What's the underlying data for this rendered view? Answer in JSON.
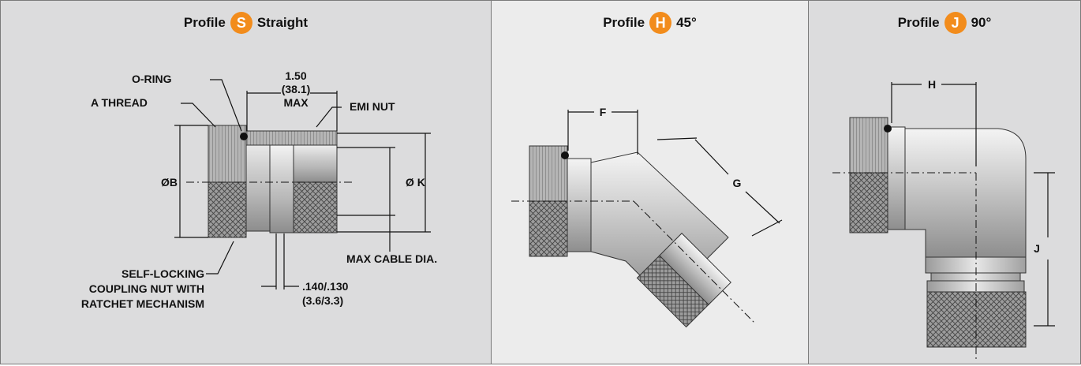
{
  "panels": [
    {
      "profile_word": "Profile",
      "letter": "S",
      "angle": "Straight"
    },
    {
      "profile_word": "Profile",
      "letter": "H",
      "angle": "45°"
    },
    {
      "profile_word": "Profile",
      "letter": "J",
      "angle": "90°"
    }
  ],
  "straight": {
    "o_ring": "O-RING",
    "a_thread": "A THREAD",
    "length_in": "1.50",
    "length_mm": "(38.1)",
    "length_max": "MAX",
    "emi_nut": "EMI NUT",
    "dia_b": "ØB",
    "dia_k": "Ø K",
    "max_cable": "MAX CABLE DIA.",
    "coupling_1": "SELF-LOCKING",
    "coupling_2": "COUPLING NUT WITH",
    "coupling_3": "RATCHET MECHANISM",
    "gap_in": ".140/.130",
    "gap_mm": "(3.6/3.3)"
  },
  "h45": {
    "dim_f": "F",
    "dim_g": "G"
  },
  "j90": {
    "dim_h": "H",
    "dim_j": "J"
  },
  "colors": {
    "accent": "#f28c1c",
    "panel_gray": "#dcdcdd",
    "panel_light": "#ececec"
  }
}
